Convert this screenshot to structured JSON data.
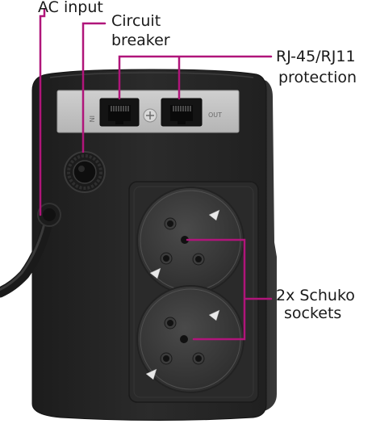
{
  "labels": {
    "ac_input": "AC input",
    "circuit_breaker_line1": "Circuit",
    "circuit_breaker_line2": "breaker",
    "rj_line1": "RJ-45/RJ11",
    "rj_line2": "protection",
    "schuko_line1": "2x Schuko",
    "schuko_line2": "sockets"
  },
  "panel_print": {
    "in": "IN",
    "out": "OUT"
  },
  "colors": {
    "leader_line": "#b0157a",
    "body": "#262626",
    "background": "#ffffff"
  }
}
